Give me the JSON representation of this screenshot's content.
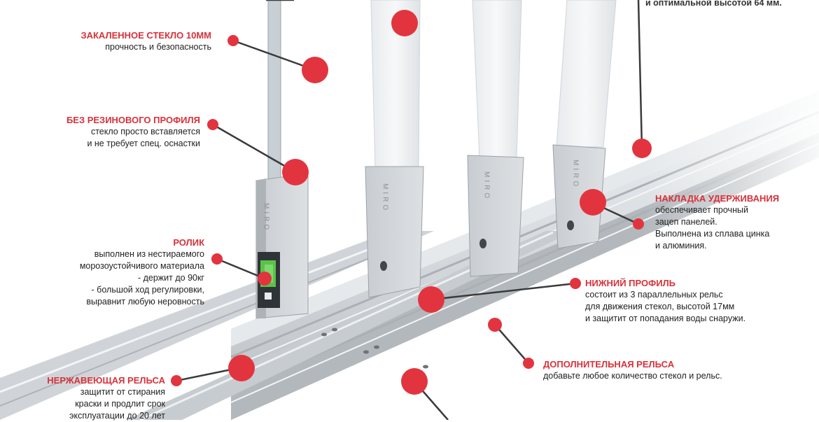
{
  "colors": {
    "accent": "#e2343f",
    "title_text": "#d8313a",
    "body_text": "#222222",
    "leader_line": "#3a3a3a"
  },
  "brand_mark": "MIRO",
  "callouts": {
    "top_right": {
      "lines": [
        "и оптимальной высотой 64 мм."
      ]
    },
    "glass": {
      "title": "ЗАКАЛЕННОЕ СТЕКЛО 10ММ",
      "lines": [
        "прочность и безопасность"
      ]
    },
    "no_rubber": {
      "title": "БЕЗ РЕЗИНОВОГО ПРОФИЛЯ",
      "lines": [
        "стекло просто вставляется",
        "и не требует спец. оснастки"
      ]
    },
    "roller": {
      "title": "РОЛИК",
      "lines": [
        "выполнен из нестираемого",
        "морозоустойчивого материала",
        "- держит до 90кг",
        "- большой ход регулировки,",
        "выравнит любую неровность"
      ]
    },
    "steel_rail": {
      "title": "НЕРЖАВЕЮЩАЯ РЕЛЬСА",
      "lines": [
        "защитит от стирания",
        "краски и продлит срок",
        "эксплуатации до 20 лет"
      ]
    },
    "retainer": {
      "title": "НАКЛАДКА УДЕРЖИВАНИЯ",
      "lines": [
        "обеспечивает прочный",
        "зацеп панелей.",
        "Выполнена из сплава цинка",
        "и алюминия."
      ]
    },
    "bottom_profile": {
      "title": "НИЖНИЙ ПРОФИЛЬ",
      "lines": [
        "состоит из 3 параллельных рельс",
        "для движения стекол, высотой 17мм",
        "и защитит от попадания воды снаружи."
      ]
    },
    "extra_rail": {
      "title": "ДОПОЛНИТЕЛЬНАЯ РЕЛЬСА",
      "lines": [
        "добавьте любое количество стекол и рельс."
      ]
    }
  }
}
